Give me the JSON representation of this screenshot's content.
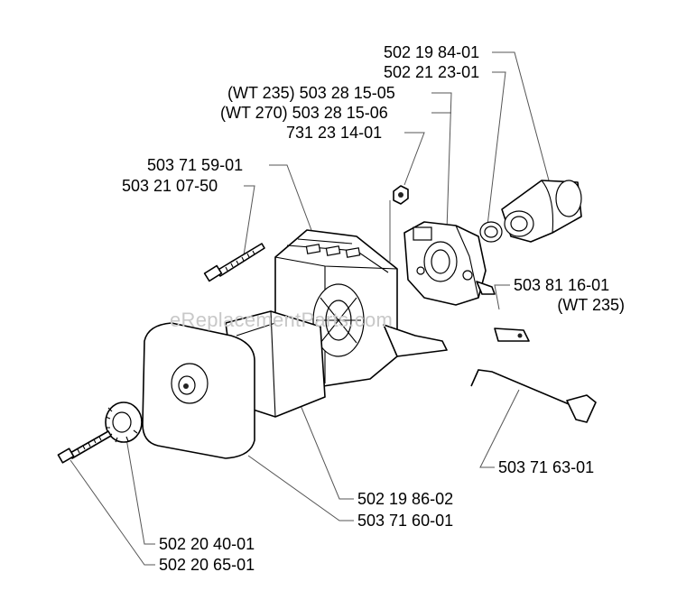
{
  "labels": {
    "p1": "502 19 84-01",
    "p2": "502 21 23-01",
    "p3": "(WT 235) 503 28 15-05",
    "p4": "(WT 270) 503 28 15-06",
    "p5": "731 23 14-01",
    "p6": "503 71 59-01",
    "p7": "503 21 07-50",
    "p8": "503 81 16-01",
    "p8b": "(WT 235)",
    "p9": "503 71 63-01",
    "p10": "502 19 86-02",
    "p11": "503 71 60-01",
    "p12": "502 20 40-01",
    "p13": "502 20 65-01"
  },
  "watermark": "eReplacementParts.com"
}
